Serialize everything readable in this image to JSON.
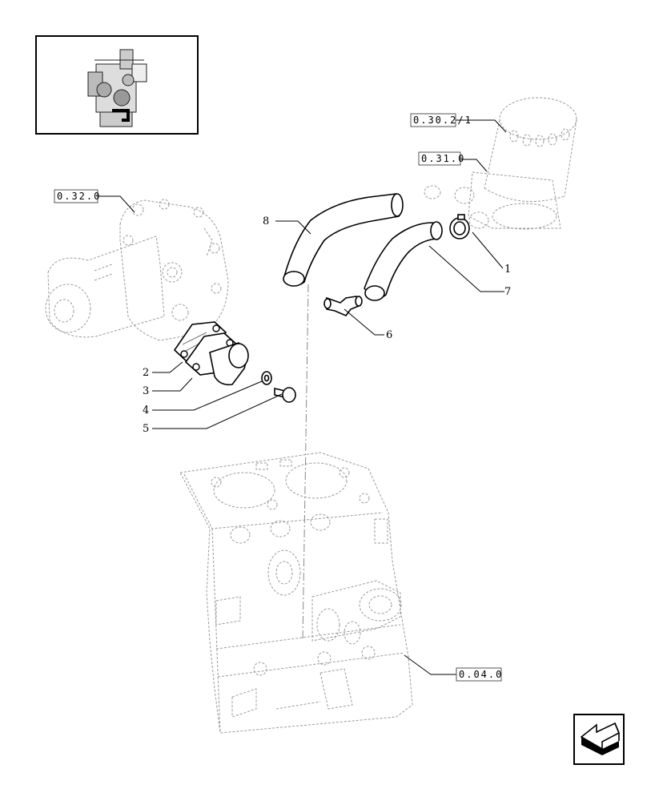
{
  "colors": {
    "ink": "#000000",
    "ghost": "#9a9a9a",
    "background": "#ffffff"
  },
  "thumbnail": {
    "icon": "engine-thumbnail-icon"
  },
  "references": {
    "ref_0_30_2_1": "0.30.2/1",
    "ref_0_31_0": "0.31.0",
    "ref_0_32_0": "0.32.0",
    "ref_0_04_0": "0.04.0"
  },
  "callouts": {
    "c1": "1",
    "c2": "2",
    "c3": "3",
    "c4": "4",
    "c5": "5",
    "c6": "6",
    "c7": "7",
    "c8": "8"
  },
  "nav": {
    "icon": "next-page-arrow-icon"
  }
}
